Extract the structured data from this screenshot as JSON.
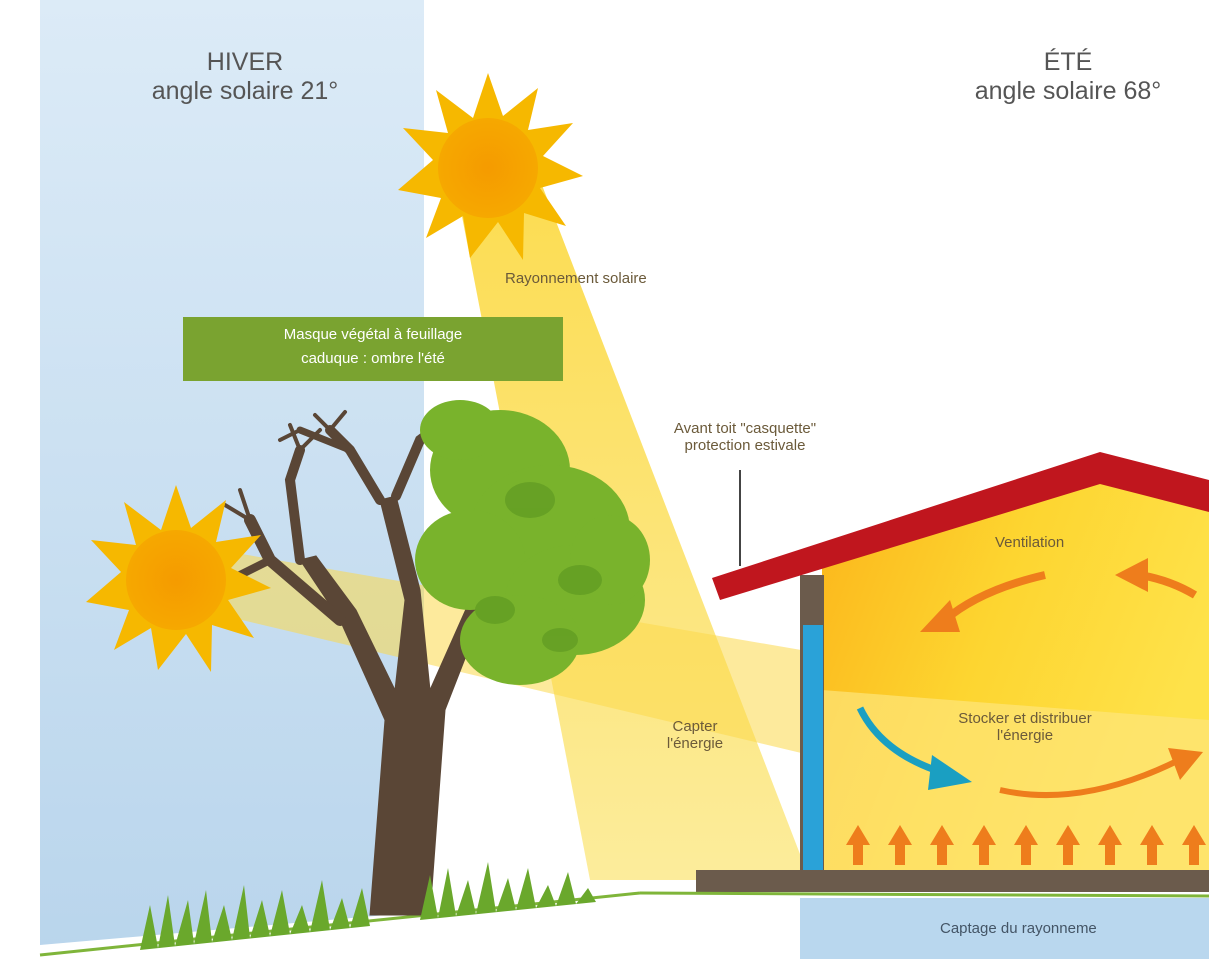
{
  "winter": {
    "title": "HIVER",
    "angle_label": "angle solaire 21°"
  },
  "summer": {
    "title": "ÉTÉ",
    "angle_label": "angle solaire 68°"
  },
  "labels": {
    "radiation": "Rayonnement solaire",
    "vegetal_mask_line1": "Masque végétal à feuillage",
    "vegetal_mask_line2": "caduque : ombre l'été",
    "overhang_line1": "Avant toit \"casquette\"",
    "overhang_line2": "protection estivale",
    "ventilation": "Ventilation",
    "capture_line1": "Capter",
    "capture_line2": "l'énergie",
    "store_line1": "Stocker et distribuer",
    "store_line2": "l'énergie",
    "ground_capture": "Captage du rayonneme"
  },
  "colors": {
    "sky": "#cfe3f3",
    "sun_outer": "#f6b800",
    "sun_inner": "#f39a00",
    "beam": "#fbd84a",
    "roof": "#c0161e",
    "house_warm": "#fdd22a",
    "foliage": "#79b32c",
    "trunk": "#5a4636",
    "arrow_orange": "#ee7d1c",
    "arrow_blue": "#1a9fc2",
    "label_green": "#7aa330",
    "ground_blue": "#b9d7ee"
  }
}
